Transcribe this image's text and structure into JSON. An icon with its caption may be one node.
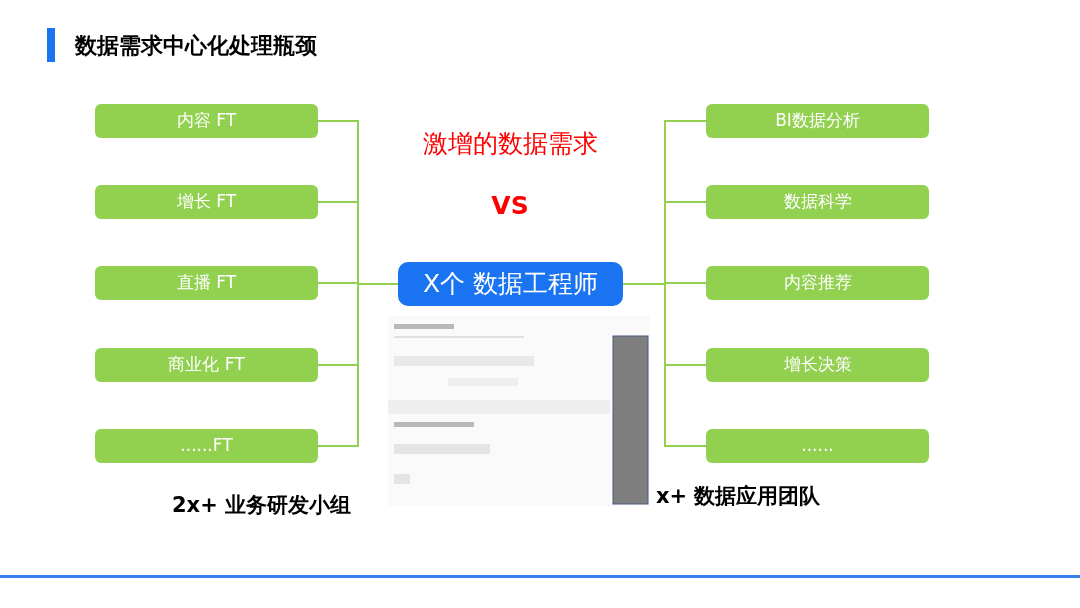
{
  "diagram": {
    "title": "数据需求中心化处理瓶颈",
    "nodes": [
      {
        "text": [
          "内容 FT"
        ]
      },
      {
        "text": [
          "增长 FT"
        ]
      },
      {
        "text": [
          "直播 FT"
        ]
      },
      {
        "text": [
          "商业化 FT"
        ]
      },
      {
        "text": [
          "......FT"
        ]
      },
      {
        "text": [
          "X个 数据工程师"
        ]
      },
      {
        "text": [
          "BI数据分析"
        ]
      },
      {
        "text": [
          "数据科学"
        ]
      },
      {
        "text": [
          "内容推荐"
        ]
      },
      {
        "text": [
          "增长决策"
        ]
      },
      {
        "text": [
          "......"
        ]
      }
    ],
    "edges": [
      {
        "from": 0,
        "to": 5,
        "arrow": "none"
      },
      {
        "from": 1,
        "to": 5,
        "arrow": "none"
      },
      {
        "from": 2,
        "to": 5,
        "arrow": "none"
      },
      {
        "from": 3,
        "to": 5,
        "arrow": "none"
      },
      {
        "from": 4,
        "to": 5,
        "arrow": "none"
      },
      {
        "from": 5,
        "to": 6,
        "arrow": "none"
      },
      {
        "from": 5,
        "to": 7,
        "arrow": "none"
      },
      {
        "from": 5,
        "to": 8,
        "arrow": "none"
      },
      {
        "from": 5,
        "to": 9,
        "arrow": "none"
      },
      {
        "from": 5,
        "to": 10,
        "arrow": "none"
      }
    ],
    "labels": [
      "激增的数据需求",
      "VS",
      "2x+ 业务研发小组",
      "x+ 数据应用团队"
    ]
  }
}
